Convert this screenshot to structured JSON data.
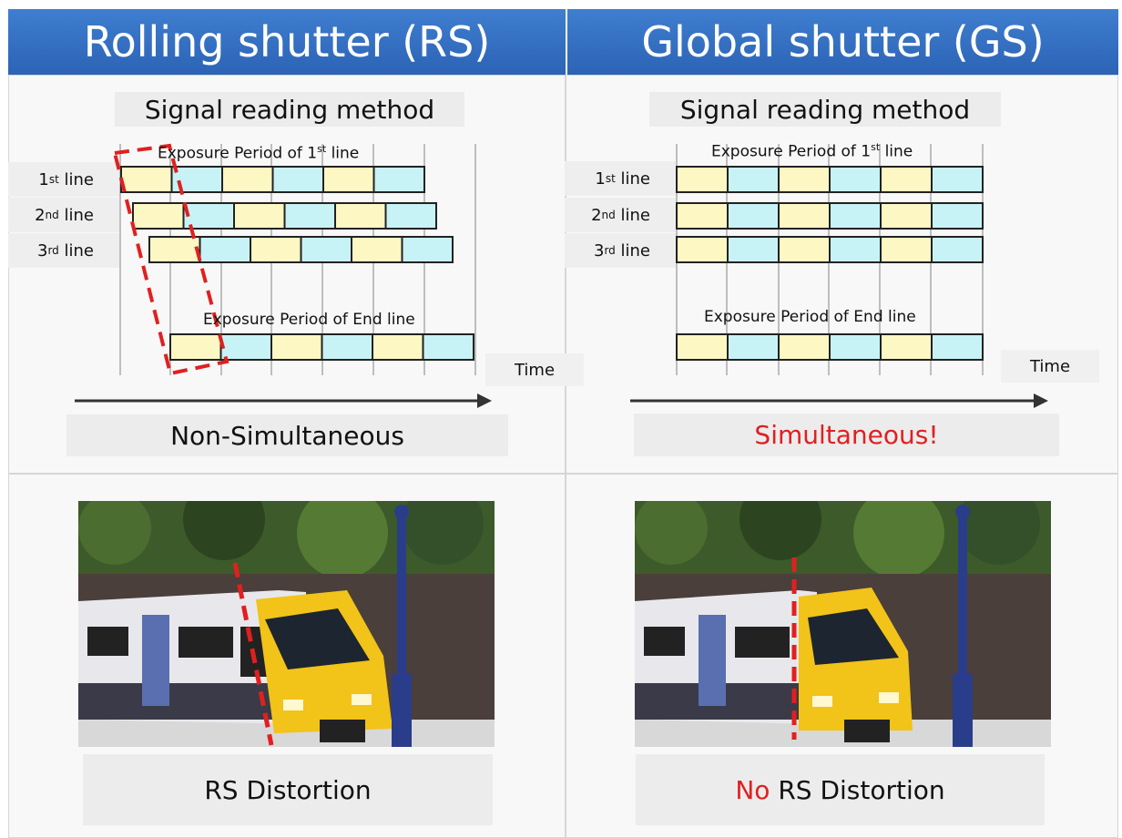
{
  "rs": {
    "header": "Rolling shutter (RS)",
    "subtitle": "Signal reading method",
    "lines": [
      {
        "base": "1",
        "sup": "st",
        "tail": " line"
      },
      {
        "base": "2",
        "sup": "nd",
        "tail": " line"
      },
      {
        "base": "3",
        "sup": "rd",
        "tail": " line"
      }
    ],
    "exposure_first": {
      "prefix": "Exposure Period of 1",
      "sup": "st",
      "suffix": " line"
    },
    "exposure_end": "Exposure Period of End line",
    "time": "Time",
    "result": "Non-Simultaneous",
    "caption": "RS Distortion"
  },
  "gs": {
    "header": "Global shutter (GS)",
    "subtitle": "Signal reading method",
    "lines": [
      {
        "base": "1",
        "sup": "st",
        "tail": " line"
      },
      {
        "base": "2",
        "sup": "nd",
        "tail": " line"
      },
      {
        "base": "3",
        "sup": "rd",
        "tail": " line"
      }
    ],
    "exposure_first": {
      "prefix": "Exposure Period of 1",
      "sup": "st",
      "suffix": " line"
    },
    "exposure_end": "Exposure Period of End line",
    "time": "Time",
    "result": "Simultaneous!",
    "caption_prefix": "No",
    "caption_rest": " RS Distortion"
  },
  "colors": {
    "header_blue": "#2f6cc0",
    "cell_yellow": "#fdf7c3",
    "cell_cyan": "#c8f3f6",
    "accent_red": "#e02020",
    "train_yellow": "#f2c318"
  }
}
